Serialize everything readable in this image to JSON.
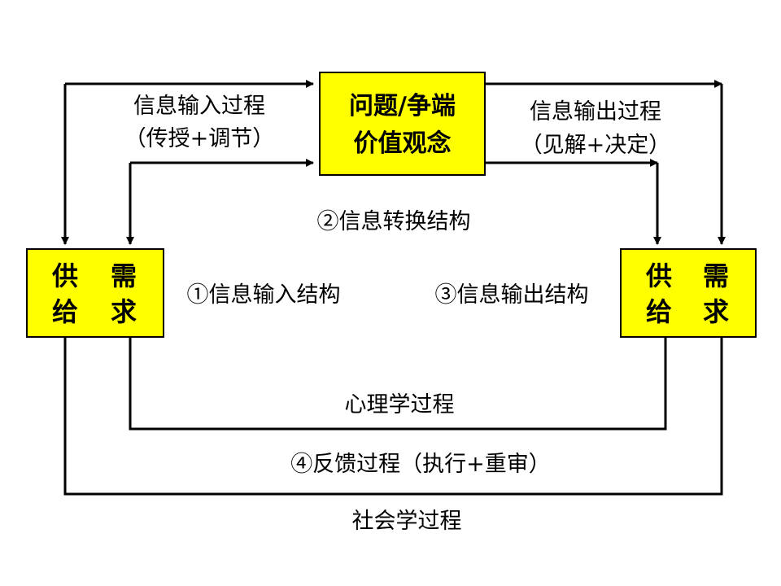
{
  "colors": {
    "box_fill": "#ffff00",
    "line": "#000000"
  },
  "center_box": {
    "line1": "问题/争端",
    "line2": "价值观念"
  },
  "left_box": {
    "c1": "供",
    "c2": "需",
    "c3": "给",
    "c4": "求"
  },
  "right_box": {
    "c1": "供",
    "c2": "需",
    "c3": "给",
    "c4": "求"
  },
  "labels": {
    "input_process": "信息输入过程",
    "input_process_sub": "（传授+调节）",
    "output_process": "信息输出过程",
    "output_process_sub": "（见解+决定）",
    "transform_structure": "②信息转换结构",
    "input_structure": "①信息输入结构",
    "output_structure": "③信息输出结构",
    "psychology_process": "心理学过程",
    "feedback_process": "④反馈过程（执行+重审）",
    "sociology_process": "社会学过程"
  }
}
